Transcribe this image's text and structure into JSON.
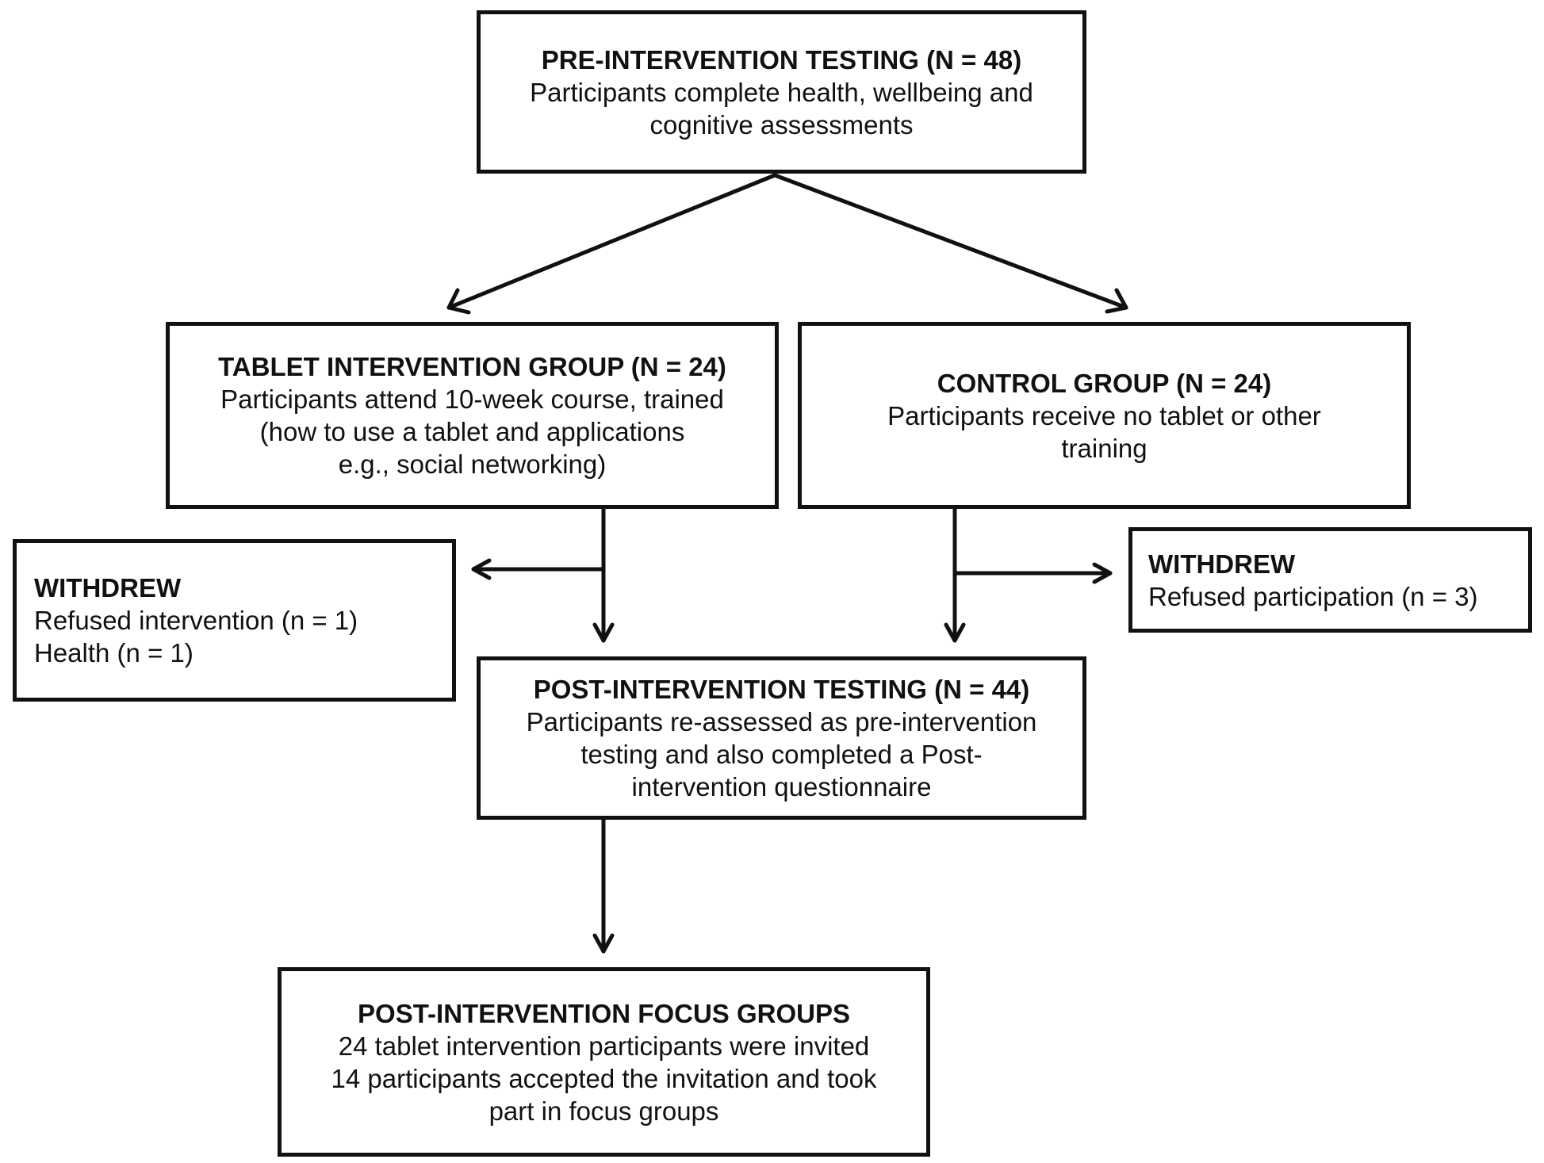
{
  "colors": {
    "line": "#111111",
    "background": "#ffffff"
  },
  "pre_intervention": {
    "title": "PRE-INTERVENTION TESTING (N = 48)",
    "lines": [
      "Participants complete health, wellbeing and",
      "cognitive assessments"
    ]
  },
  "tablet_group": {
    "title": "TABLET INTERVENTION GROUP (N = 24)",
    "lines": [
      "Participants attend 10-week course, trained",
      "(how to use a tablet and applications",
      "e.g., social networking)"
    ]
  },
  "control_group": {
    "title": "CONTROL GROUP (N = 24)",
    "lines": [
      "Participants receive no tablet or other",
      "training"
    ]
  },
  "withdrew_tablet": {
    "title": "WITHDREW",
    "lines": [
      "Refused intervention (n = 1)",
      "Health (n = 1)"
    ]
  },
  "withdrew_control": {
    "title": "WITHDREW",
    "lines": [
      "Refused participation (n = 3)"
    ]
  },
  "post_intervention": {
    "title": "POST-INTERVENTION TESTING (N = 44)",
    "lines": [
      "Participants re-assessed as pre-intervention",
      "testing and also completed a Post-",
      "intervention questionnaire"
    ]
  },
  "focus_groups": {
    "title": "POST-INTERVENTION FOCUS GROUPS",
    "lines": [
      "24 tablet intervention participants were invited",
      "14 participants accepted the invitation and took",
      "part in focus groups"
    ]
  }
}
